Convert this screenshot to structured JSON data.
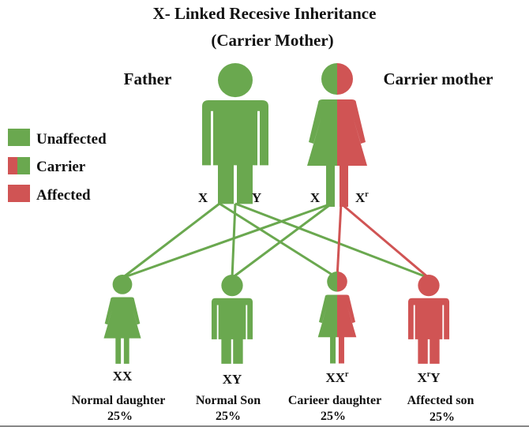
{
  "title": "X- Linked Recesive Inheritance",
  "subtitle": "(Carrier Mother)",
  "colors": {
    "unaffected": "#6aa84f",
    "affected": "#d05454"
  },
  "parents": {
    "father": {
      "label": "Father",
      "allele_left": "X",
      "allele_right": "Y"
    },
    "mother": {
      "label": "Carrier mother",
      "allele_left": "X",
      "allele_right_base": "X",
      "allele_right_sup": "r"
    }
  },
  "legend": [
    {
      "label": "Unaffected",
      "icon": "green-square"
    },
    {
      "label": "Carrier",
      "icon": "half-red-half-green-square"
    },
    {
      "label": "Affected",
      "icon": "red-square"
    }
  ],
  "children": [
    {
      "genotype": "XX",
      "sup": "",
      "genotype_tail": "",
      "label": "Normal daughter",
      "percent": "25%"
    },
    {
      "genotype": "XY",
      "sup": "",
      "genotype_tail": "",
      "label": "Normal Son",
      "percent": "25%"
    },
    {
      "genotype": "XX",
      "sup": "r",
      "genotype_tail": "",
      "label": "Carieer daughter",
      "percent": "25%"
    },
    {
      "genotype": "X",
      "sup": "r",
      "genotype_tail": "Y",
      "label": "Affected son",
      "percent": "25%"
    }
  ]
}
